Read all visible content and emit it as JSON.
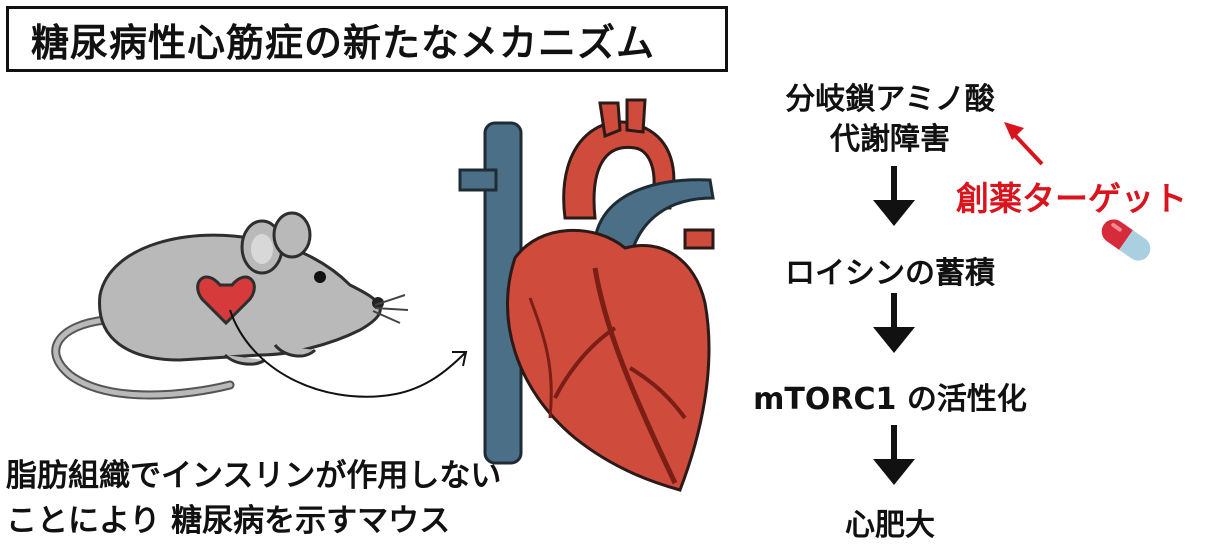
{
  "title": "糖尿病性心筋症の新たなメカニズム",
  "pathway": {
    "step1_line1": "分岐鎖アミノ酸",
    "step1_line2": "代謝障害",
    "step2": "ロイシンの蓄積",
    "step3": "mTORC1 の活性化",
    "step4": "心肥大"
  },
  "target_label": "創薬ターゲット",
  "caption": {
    "line1": "脂肪組織でインスリンが作用しない",
    "line2": "ことにより 糖尿病を示すマウス"
  },
  "icons": [
    "mouse-illustration",
    "heart-illustration",
    "pill-icon",
    "down-arrow-icon"
  ],
  "colors": {
    "target": "#d9141d",
    "heart_body": "#cf4b3b",
    "heart_outline": "#2b1a18",
    "vessel": "#4a6f86",
    "mouse_body": "#b9b9b9",
    "mouse_heart": "#d63a3a",
    "pill_red": "#d62b3a",
    "pill_blue": "#a9cfe0"
  }
}
